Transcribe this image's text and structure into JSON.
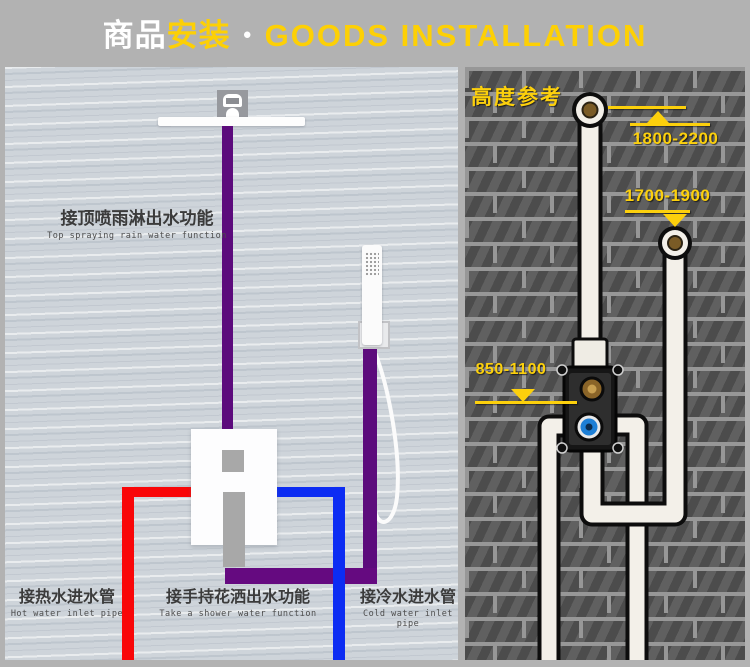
{
  "header": {
    "title_goods_zh": "商品",
    "title_install_zh": "安装",
    "separator": "●",
    "title_en": "GOODS  INSTALLATION"
  },
  "diagram": {
    "top_function": {
      "zh": "接顶喷雨淋出水功能",
      "en": "Top spraying rain water function"
    },
    "hot_inlet": {
      "zh": "接热水进水管",
      "en": "Hot water inlet pipe"
    },
    "hand_function": {
      "zh": "接手持花洒出水功能",
      "en": "Take a shower water function"
    },
    "cold_inlet": {
      "zh": "接冷水进水管",
      "en": "Cold water inlet pipe"
    }
  },
  "photo": {
    "title_zh": "高度参考",
    "shower_arm_height_range": "1800-2200",
    "hand_shower_height_range": "1700-1900",
    "valve_height_range": "850-1100"
  },
  "colors": {
    "accent_yellow": "#fdd005",
    "hot_pipe_red": "#f90608",
    "cold_pipe_blue": "#0c2cf3",
    "mixed_pipe_purple": "#5c0b7c"
  }
}
